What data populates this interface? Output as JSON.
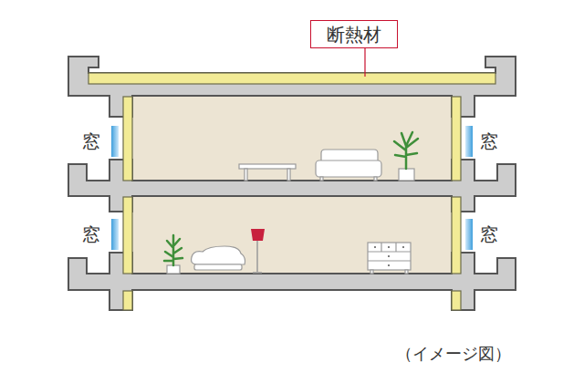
{
  "diagram": {
    "caption": "（イメージ図）",
    "nodes": [
      {
        "text": [
          "断熱材"
        ]
      }
    ],
    "labels": [
      "窓",
      "窓",
      "窓",
      "窓"
    ]
  }
}
